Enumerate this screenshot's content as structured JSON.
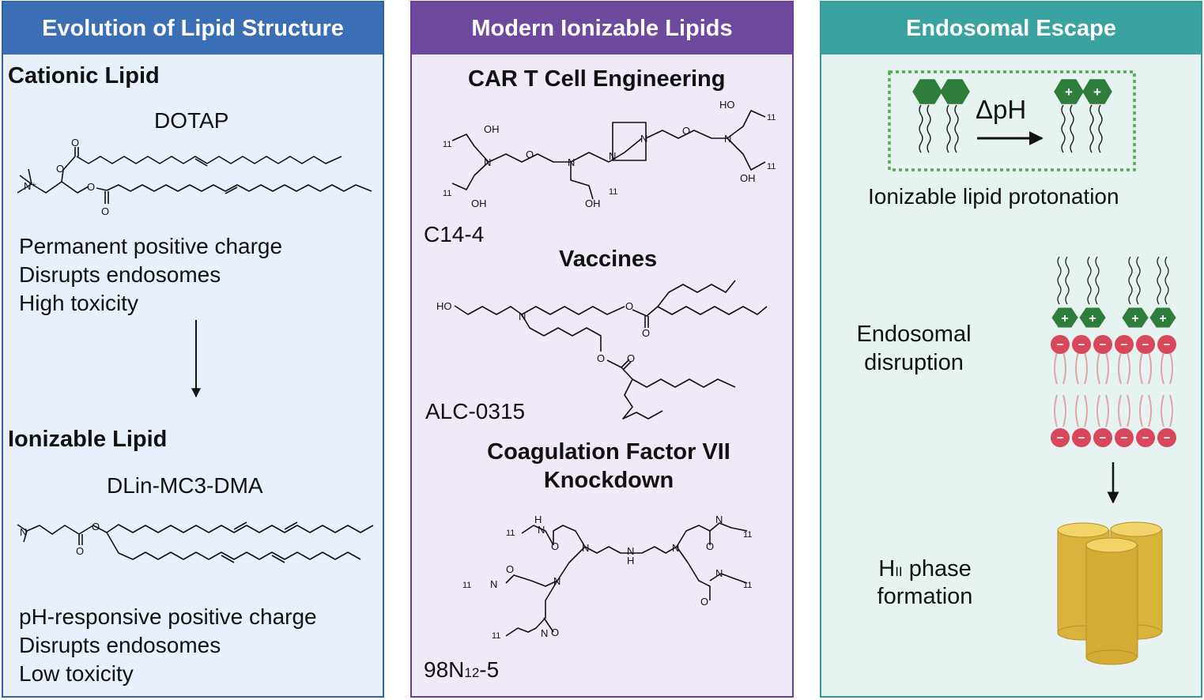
{
  "panels": {
    "evolution": {
      "title": "Evolution of Lipid Structure",
      "cationic": {
        "heading": "Cationic Lipid",
        "name": "DOTAP",
        "props": [
          "Permanent positive charge",
          "Disrupts endosomes",
          "High toxicity"
        ]
      },
      "ionizable": {
        "heading": "Ionizable Lipid",
        "name": "DLin-MC3-DMA",
        "props": [
          "pH-responsive positive charge",
          "Disrupts endosomes",
          "Low toxicity"
        ]
      }
    },
    "modern": {
      "title": "Modern Ionizable Lipids",
      "sections": [
        {
          "heading": "CAR T Cell Engineering",
          "compound": "C14-4"
        },
        {
          "heading": "Vaccines",
          "compound": "ALC-0315"
        },
        {
          "heading_line1": "Coagulation Factor VII",
          "heading_line2": "Knockdown",
          "compound_prefix": "98N",
          "compound_sub": "12",
          "compound_suffix": "-5"
        }
      ]
    },
    "escape": {
      "title": "Endosomal Escape",
      "delta_ph": "ΔpH",
      "protonation": "Ionizable lipid protonation",
      "disruption_line1": "Endosomal",
      "disruption_line2": "disruption",
      "phase_prefix": "H",
      "phase_sub": "II",
      "phase_line1_suffix": " phase",
      "phase_line2": "formation"
    }
  },
  "chem_labels": {
    "O": "O",
    "N": "N",
    "Nplus": "N⁺",
    "OH": "OH",
    "HO": "HO",
    "H": "H",
    "eleven": "11",
    "plus": "+",
    "minus": "−"
  },
  "colors": {
    "blue_header": "#3a6eb5",
    "purple_header": "#6e4a9e",
    "teal_header": "#3aa3a0",
    "hexagon_green": "#2e7d3a",
    "head_red": "#d9475a",
    "cylinder_gold": "#d9b23a"
  }
}
